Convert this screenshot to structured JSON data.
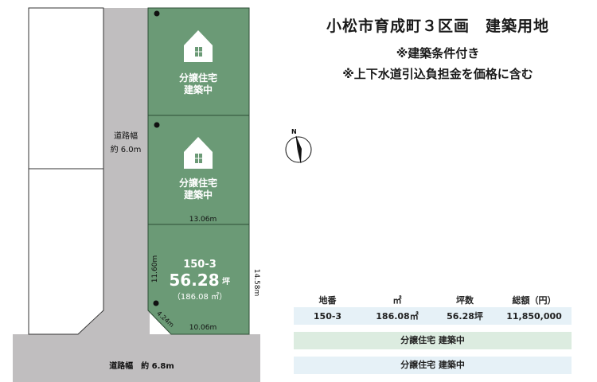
{
  "title": {
    "main": "小松市育成町３区画　建築用地",
    "sub1": "※建築条件付き",
    "sub2": "※上下水道引込負担金を価格に含む"
  },
  "map": {
    "road_vertical": "道路幅",
    "road_vertical_width": "約 6.0m",
    "road_horizontal": "道路幅　約 6.8m",
    "lot1": {
      "line1": "分譲住宅",
      "line2": "建築中"
    },
    "lot2": {
      "line1": "分譲住宅",
      "line2": "建築中"
    },
    "lot3": {
      "number": "150-3",
      "tsubo_value": "56.28",
      "tsubo_unit": "坪",
      "sqm": "（186.08 ㎡）"
    },
    "dims": {
      "top": "13.06m",
      "left": "11.60m",
      "right": "14.58m",
      "bottom": "10.06m",
      "corner": "4.24m"
    },
    "compass": "N",
    "colors": {
      "lot": "#6b9a76",
      "road": "#c0bebf"
    }
  },
  "table": {
    "headers": [
      "地番",
      "㎡",
      "坪数",
      "総額（円）"
    ],
    "row": [
      "150-3",
      "186.08㎡",
      "56.28坪",
      "11,850,000"
    ]
  },
  "status": [
    "分譲住宅 建築中",
    "分譲住宅 建築中"
  ]
}
